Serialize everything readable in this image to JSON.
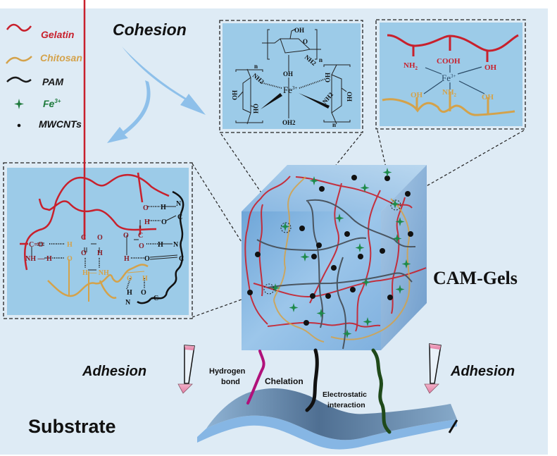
{
  "figure": {
    "title_label": "Cohesion",
    "material_label": "CAM-Gels",
    "substrate_label": "Substrate",
    "adhesion_left": "Adhesion",
    "adhesion_right": "Adhesion"
  },
  "legend": [
    {
      "label": "Gelatin",
      "color": "#c8202c",
      "icon": "wavy-line-icon"
    },
    {
      "label": "Chitosan",
      "color": "#d4a24a",
      "icon": "wavy-line-icon"
    },
    {
      "label": "PAM",
      "color": "#1a1a1a",
      "icon": "wavy-line-icon"
    },
    {
      "label": "Fe",
      "sup": "3+",
      "color": "#1e7a3c",
      "icon": "star-icon"
    },
    {
      "label": "MWCNTs",
      "color": "#111111",
      "icon": "dot-icon"
    }
  ],
  "interactions": [
    {
      "line1": "Hydrogen",
      "line2": "bond",
      "color": "#b0117a"
    },
    {
      "line1": "Chelation",
      "line2": "",
      "color": "#111111"
    },
    {
      "line1": "Electrostatic",
      "line2": "interaction",
      "color": "#1f4a1a"
    }
  ],
  "chelation_panel": {
    "oh_top": "OH",
    "o_top": "O",
    "nh2_top": "NH2",
    "n_top": "n",
    "oh_axial": "OH",
    "fe": "Fe",
    "fe_sup": "3+",
    "oh2": "OH2",
    "n_left": "n",
    "n_right": "n",
    "nh2_left": "NH2",
    "ho_left": "HO",
    "oh_left": "OH",
    "ho_right": "HO",
    "oh_right": "OH",
    "nh2_right": "NH2"
  },
  "coordination_panel": {
    "nh2_gel": "NH2",
    "cooh": "COOH",
    "oh_gel": "OH",
    "fe": "Fe",
    "fe_sup": "3+",
    "oh_chit_left": "OH",
    "nh2_chit": "NH2",
    "oh_chit_right": "OH"
  },
  "hbond_panel": {
    "c1": "C",
    "o1": "O",
    "nh": "NH",
    "h1": "H",
    "h2": "H",
    "o2": "O",
    "c2": "C",
    "o3": "O",
    "o4": "O",
    "o5": "O",
    "h3": "H",
    "nh2": "NH",
    "h4": "H",
    "o6": "O",
    "c3": "C",
    "o7": "O",
    "h5": "H",
    "h6": "H",
    "o8": "O",
    "o9": "O",
    "h7": "H",
    "n1": "N",
    "c4": "C",
    "o10": "O",
    "h8": "H",
    "n2": "N",
    "c5": "C",
    "o11": "O",
    "h9": "H",
    "n3": "N",
    "o12": "O",
    "c6": "C"
  },
  "colors": {
    "background": "#deebf5",
    "panel_fill": "#9ccbe8",
    "cube_front": "#7fb0dc",
    "arrow_blue": "#8ec0ea",
    "adhesion_arrow_tip": "#e98fb0"
  }
}
